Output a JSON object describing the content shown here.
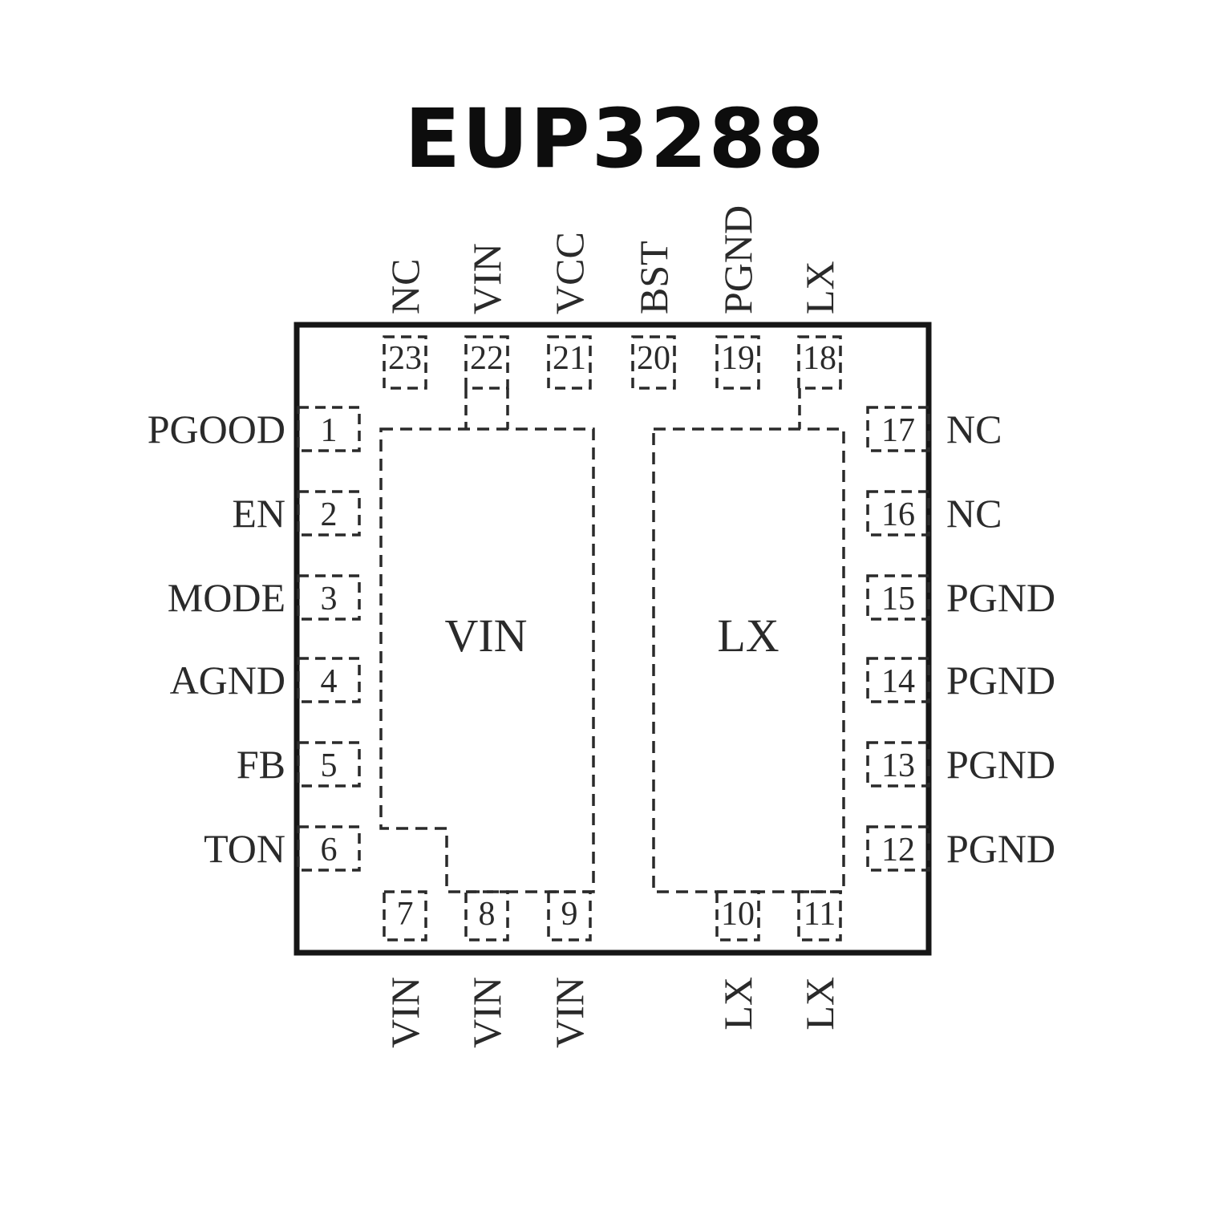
{
  "title": "EUP3288",
  "package": {
    "pads": {
      "left_label": "VIN",
      "right_label": "LX"
    }
  },
  "pins": {
    "left": [
      {
        "num": "1",
        "label": "PGOOD"
      },
      {
        "num": "2",
        "label": "EN"
      },
      {
        "num": "3",
        "label": "MODE"
      },
      {
        "num": "4",
        "label": "AGND"
      },
      {
        "num": "5",
        "label": "FB"
      },
      {
        "num": "6",
        "label": "TON"
      }
    ],
    "right": [
      {
        "num": "17",
        "label": "NC"
      },
      {
        "num": "16",
        "label": "NC"
      },
      {
        "num": "15",
        "label": "PGND"
      },
      {
        "num": "14",
        "label": "PGND"
      },
      {
        "num": "13",
        "label": "PGND"
      },
      {
        "num": "12",
        "label": "PGND"
      }
    ],
    "top": [
      {
        "num": "23",
        "label": "NC"
      },
      {
        "num": "22",
        "label": "VIN"
      },
      {
        "num": "21",
        "label": "VCC"
      },
      {
        "num": "20",
        "label": "BST"
      },
      {
        "num": "19",
        "label": "PGND"
      },
      {
        "num": "18",
        "label": "LX"
      }
    ],
    "bottom": [
      {
        "num": "7",
        "label": "VIN"
      },
      {
        "num": "8",
        "label": "VIN"
      },
      {
        "num": "9",
        "label": "VIN"
      },
      {
        "num": "10",
        "label": "LX"
      },
      {
        "num": "11",
        "label": "LX"
      }
    ]
  }
}
